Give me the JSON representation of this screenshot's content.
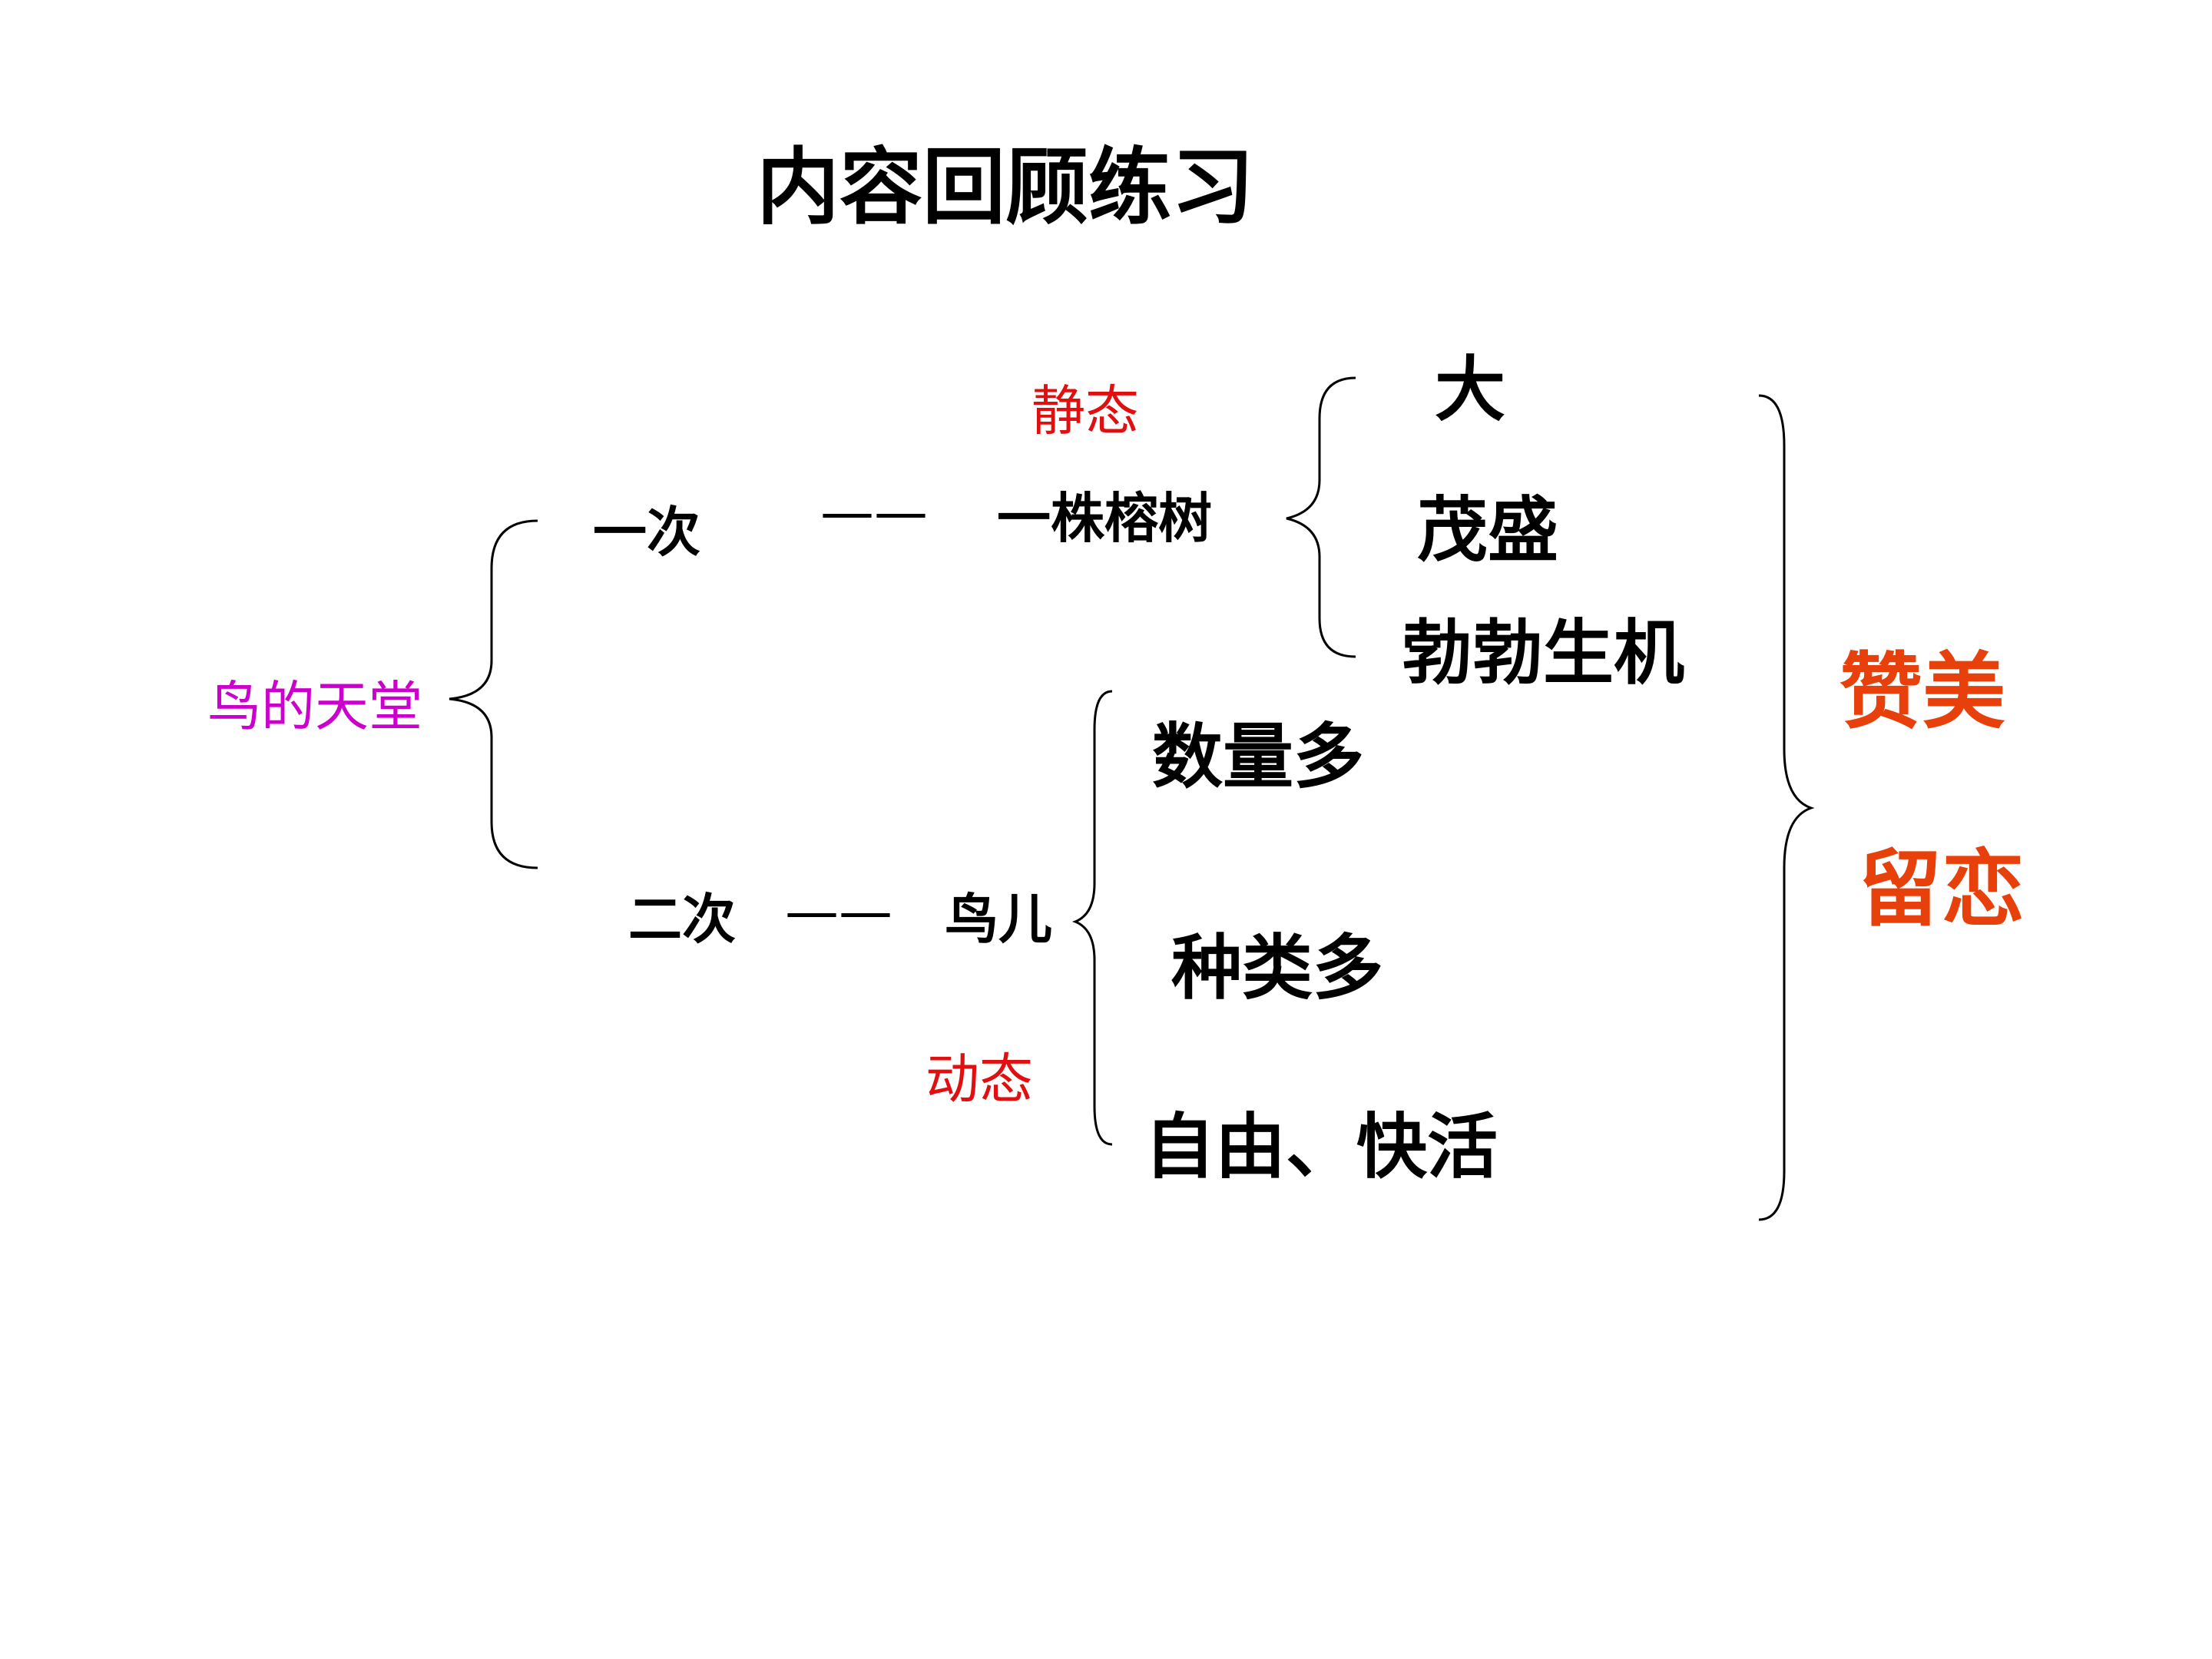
{
  "title": "内容回顾练习",
  "root": {
    "label": "鸟的天堂",
    "color": "#CC00CC"
  },
  "branches": [
    {
      "time": "一次",
      "dash": "——",
      "subject": "一株榕树",
      "state": "静态",
      "traits": [
        "大",
        "茂盛",
        "勃勃生机"
      ]
    },
    {
      "time": "二次",
      "dash": "——",
      "subject": "鸟儿",
      "state": "动态",
      "traits": [
        "数量多",
        "种类多",
        "自由、快活"
      ]
    }
  ],
  "state_color": "#E01010",
  "conclusion": {
    "words": [
      "赞美",
      "留恋"
    ],
    "color": "#E8400A"
  }
}
